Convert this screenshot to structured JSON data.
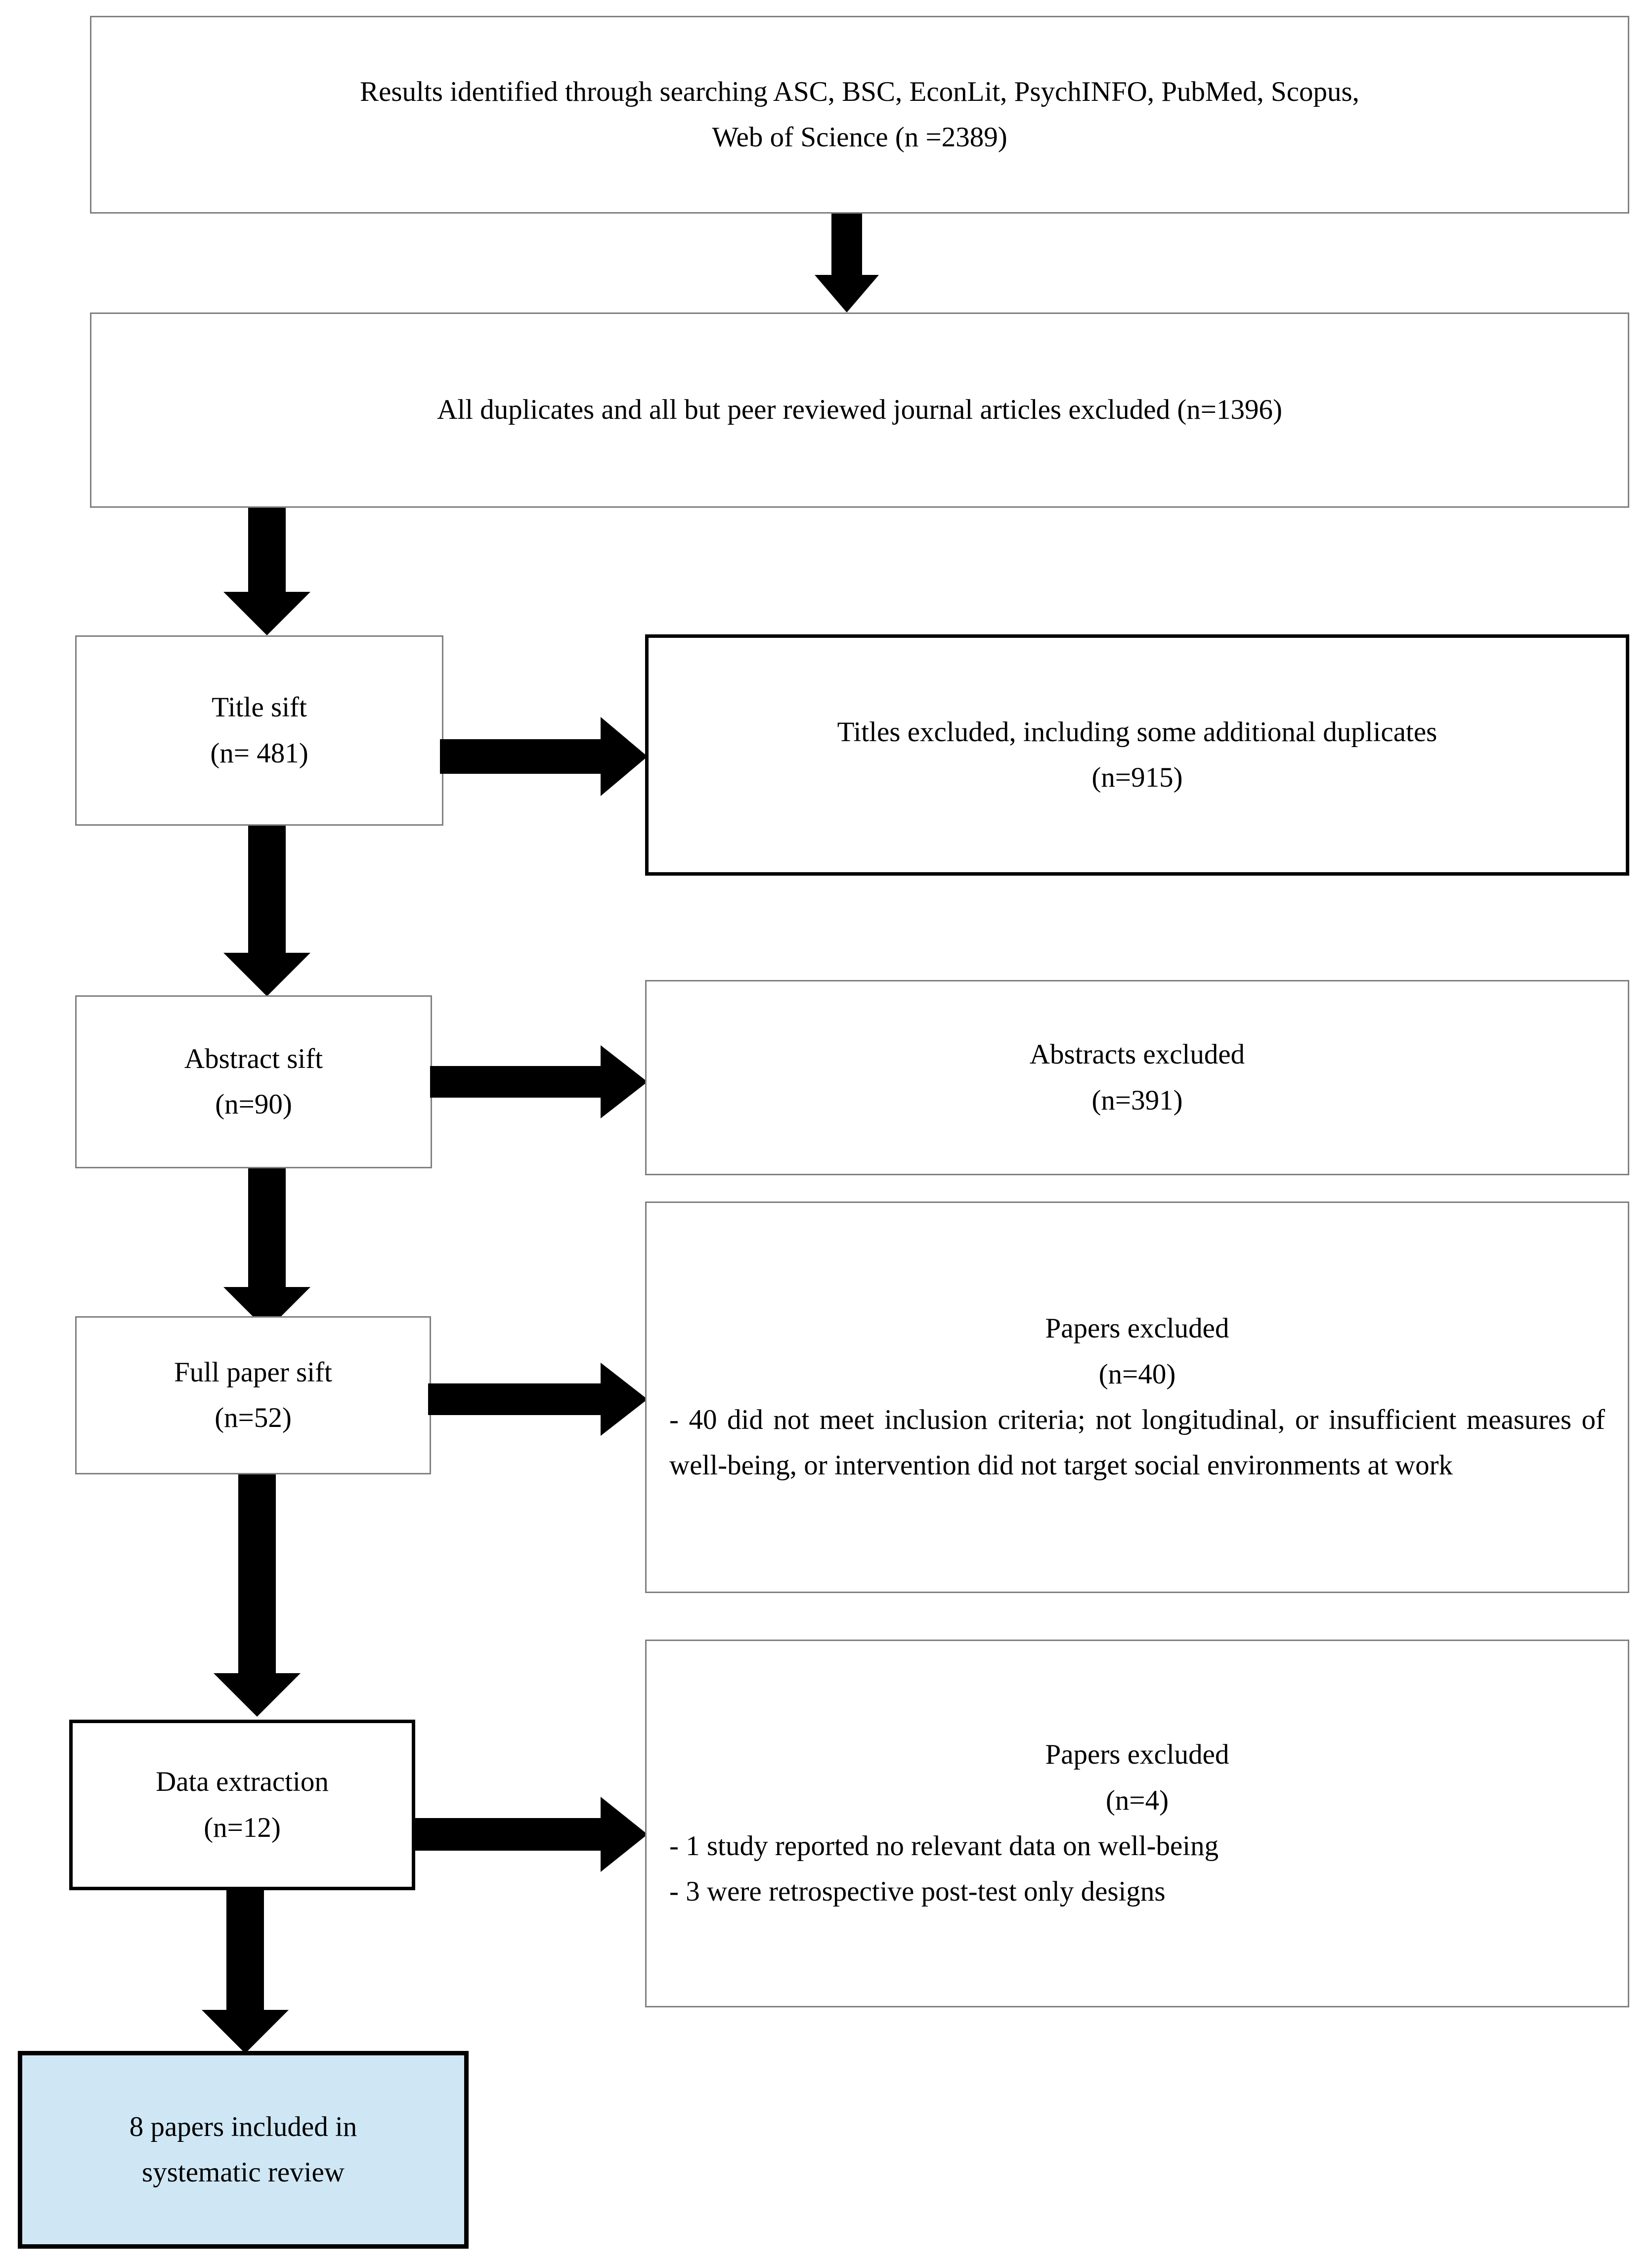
{
  "diagram": {
    "type": "prisma-flow-diagram",
    "title": "",
    "accent_color": "#cfe7f5",
    "border_color": "#808080",
    "arrow_color": "#000000",
    "nodes": [
      {
        "id": "identified",
        "name": "records-identified-box",
        "lines": [
          "Results identified through searching ASC, BSC, EconLit, PsychINFO, PubMed, Scopus,",
          "Web of Science (n =2389)"
        ]
      },
      {
        "id": "duplicates-excluded",
        "name": "duplicates-excluded-box",
        "lines": [
          "All duplicates and all but peer reviewed journal articles excluded (n=1396)"
        ]
      },
      {
        "id": "title-sift",
        "name": "title-sift-box",
        "lines": [
          "Title sift",
          "(n= 481)"
        ]
      },
      {
        "id": "titles-excluded",
        "name": "titles-excluded-box",
        "lines": [
          "Titles excluded, including some additional duplicates",
          "(n=915)"
        ]
      },
      {
        "id": "abstract-sift",
        "name": "abstract-sift-box",
        "lines": [
          "Abstract sift",
          "(n=90)"
        ]
      },
      {
        "id": "abstracts-excluded",
        "name": "abstracts-excluded-box",
        "lines": [
          "Abstracts excluded",
          "(n=391)"
        ]
      },
      {
        "id": "full-paper-sift",
        "name": "full-paper-sift-box",
        "lines": [
          "Full paper sift",
          "(n=52)"
        ]
      },
      {
        "id": "papers-excluded-1",
        "name": "papers-excluded-full-paper-box",
        "lines": [
          "Papers excluded",
          "(n=40)",
          "- 40 did not meet inclusion criteria; not longitudinal, or insufficient measures of well-being, or intervention did not target social environments at work"
        ]
      },
      {
        "id": "data-extraction",
        "name": "data-extraction-box",
        "lines": [
          "Data extraction",
          "(n=12)"
        ]
      },
      {
        "id": "papers-excluded-2",
        "name": "papers-excluded-data-extraction-box",
        "lines": [
          "Papers excluded",
          "(n=4)",
          "- 1 study reported no relevant data on well-being",
          "- 3 were retrospective post-test only designs"
        ]
      },
      {
        "id": "included",
        "name": "papers-included-box",
        "lines": [
          "8 papers included in",
          "systematic review"
        ]
      }
    ],
    "boxes": {
      "identified": {
        "line1": "Results identified through searching ASC, BSC, EconLit, PsychINFO, PubMed, Scopus,",
        "line2": "Web of Science (n =2389)"
      },
      "duplicates_excluded": {
        "line1": "All duplicates and all but peer reviewed journal articles excluded (n=1396)"
      },
      "title_sift": {
        "line1": "Title sift",
        "line2": "(n= 481)"
      },
      "titles_excluded": {
        "line1": "Titles excluded, including some additional duplicates",
        "line2": "(n=915)"
      },
      "abstract_sift": {
        "line1": "Abstract sift",
        "line2": "(n=90)"
      },
      "abstracts_excluded": {
        "line1": "Abstracts excluded",
        "line2": "(n=391)"
      },
      "full_paper_sift": {
        "line1": "Full paper sift",
        "line2": "(n=52)"
      },
      "papers_excluded_1": {
        "line1": "Papers excluded",
        "line2": "(n=40)",
        "line3": "- 40 did not meet inclusion criteria; not longitudinal, or insufficient measures of well-being, or intervention did not target social environments at work"
      },
      "data_extraction": {
        "line1": "Data extraction",
        "line2": "(n=12)"
      },
      "papers_excluded_2": {
        "line1": "Papers excluded",
        "line2": "(n=4)",
        "line3": "- 1 study reported no relevant data on well-being",
        "line4": "- 3 were retrospective post-test only designs"
      },
      "included": {
        "line1": "8 papers included in",
        "line2": "systematic review"
      }
    }
  }
}
